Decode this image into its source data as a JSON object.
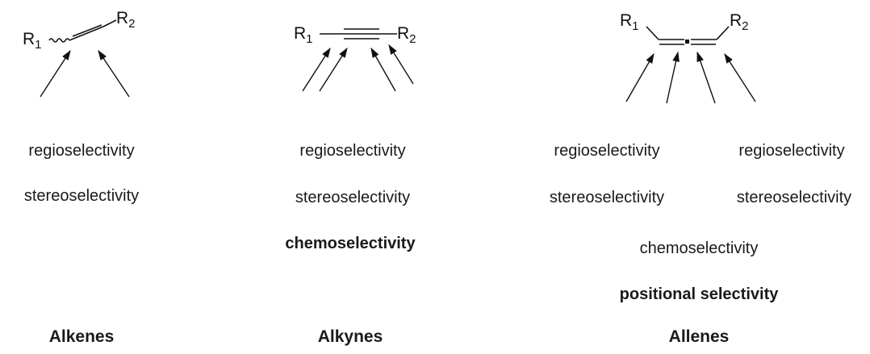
{
  "alkenes": {
    "title": "Alkenes",
    "structure": {
      "r1": "R",
      "r1_sub": "1",
      "r2": "R",
      "r2_sub": "2"
    },
    "labels": [
      "regioselectivity",
      "stereoselectivity"
    ]
  },
  "alkynes": {
    "title": "Alkynes",
    "structure": {
      "r1": "R",
      "r1_sub": "1",
      "r2": "R",
      "r2_sub": "2"
    },
    "labels": [
      "regioselectivity",
      "stereoselectivity"
    ],
    "bold_label": "chemoselectivity"
  },
  "allenes": {
    "title": "Allenes",
    "structure": {
      "r1": "R",
      "r1_sub": "1",
      "r2": "R",
      "r2_sub": "2"
    },
    "left_labels": [
      "regioselectivity",
      "stereoselectivity"
    ],
    "right_labels": [
      "regioselectivity",
      "stereoselectivity"
    ],
    "center_label": "chemoselectivity",
    "bold_label": "positional selectivity"
  }
}
